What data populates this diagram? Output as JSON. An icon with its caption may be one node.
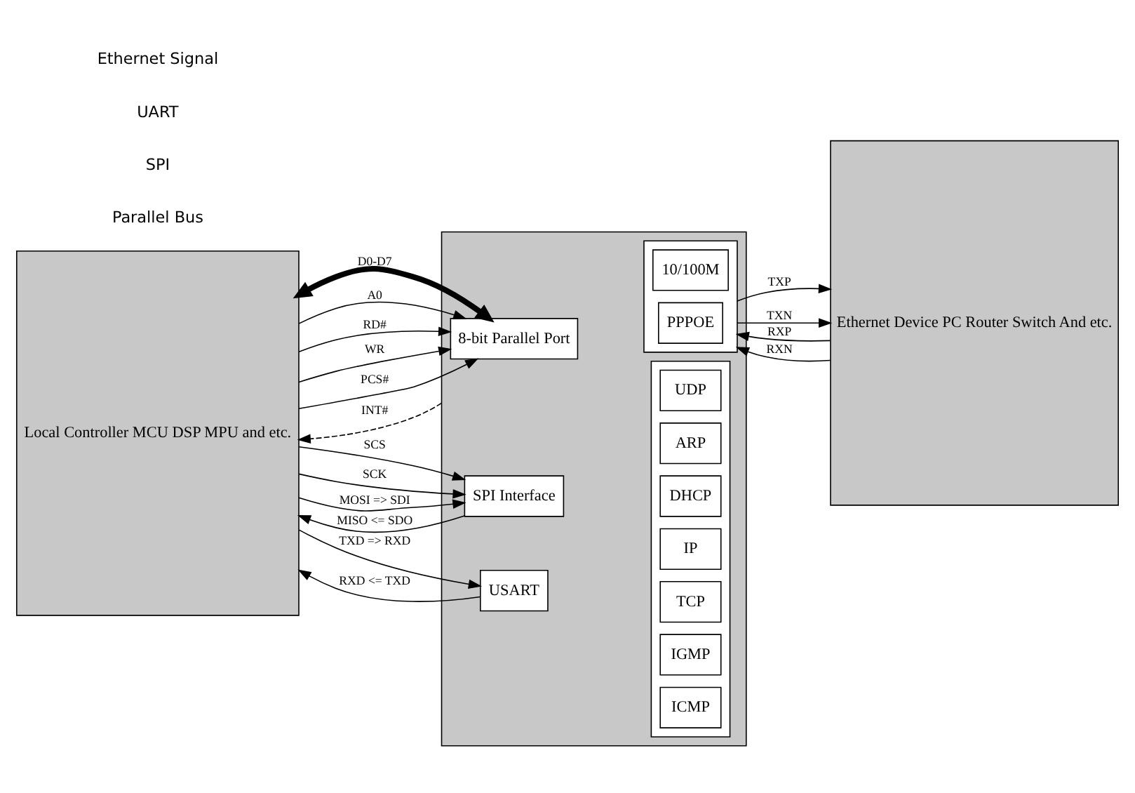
{
  "diagram": {
    "nodes": [
      {
        "text": [
          "Local Controller MCU DSP MPU and etc."
        ]
      },
      {
        "text": [],
        "shape": "box"
      },
      {
        "text": [
          "8-bit Parallel Port"
        ],
        "in": 1
      },
      {
        "text": [
          "SPI Interface"
        ],
        "in": 1
      },
      {
        "text": [
          "USART"
        ],
        "in": 1
      },
      {
        "text": [],
        "shape": "box",
        "in": 1
      },
      {
        "text": [
          "IP"
        ],
        "in": 5
      },
      {
        "text": [
          "DHCP"
        ],
        "in": 5
      },
      {
        "text": [
          "ARP"
        ],
        "in": 5
      },
      {
        "text": [
          "UDP"
        ],
        "in": 5
      },
      {
        "text": [
          "ICMP"
        ],
        "in": 5
      },
      {
        "text": [
          "IGMP"
        ],
        "in": 5
      },
      {
        "text": [
          "TCP"
        ],
        "in": 5
      },
      {
        "text": [],
        "shape": "box",
        "in": 1
      },
      {
        "text": [
          "PPPOE"
        ],
        "in": 13
      },
      {
        "text": [
          "10/100M"
        ],
        "in": 13
      },
      {
        "text": [
          "Ethernet Device PC Router Switch And etc."
        ]
      }
    ],
    "edges": [
      {
        "from": 0,
        "to": 2,
        "arrow": "both",
        "label": "D0-D7",
        "style": "thick"
      },
      {
        "from": 0,
        "to": 2,
        "arrow": "to",
        "label": "A0"
      },
      {
        "from": 0,
        "to": 2,
        "arrow": "to",
        "label": "RD#"
      },
      {
        "from": 0,
        "to": 2,
        "arrow": "to",
        "label": "WR"
      },
      {
        "from": 0,
        "to": 2,
        "arrow": "to",
        "label": "PCS#"
      },
      {
        "from": 0,
        "to": 3,
        "arrow": "to",
        "label": "SCS"
      },
      {
        "from": 0,
        "to": 3,
        "arrow": "to",
        "label": "SCK"
      },
      {
        "from": 0,
        "to": 3,
        "arrow": "to",
        "label": "MOSI => SDI"
      },
      {
        "from": 3,
        "to": 0,
        "arrow": "to",
        "label": "MISO <= SDO"
      },
      {
        "from": 0,
        "to": 4,
        "arrow": "to",
        "label": "TXD => RXD"
      },
      {
        "from": 4,
        "to": 0,
        "arrow": "to",
        "label": "RXD <= TXD"
      },
      {
        "from": 1,
        "to": 0,
        "arrow": "to",
        "label": "INT#",
        "style": "dashed"
      },
      {
        "from": 13,
        "to": 16,
        "arrow": "to",
        "label": "TXP"
      },
      {
        "from": 13,
        "to": 16,
        "arrow": "to",
        "label": "TXN"
      },
      {
        "from": 16,
        "to": 13,
        "arrow": "to",
        "label": "RXP"
      },
      {
        "from": 16,
        "to": 13,
        "arrow": "to",
        "label": "RXN"
      }
    ],
    "labels": [
      "Parallel Bus",
      "SPI",
      "UART",
      "Ethernet Signal"
    ]
  }
}
